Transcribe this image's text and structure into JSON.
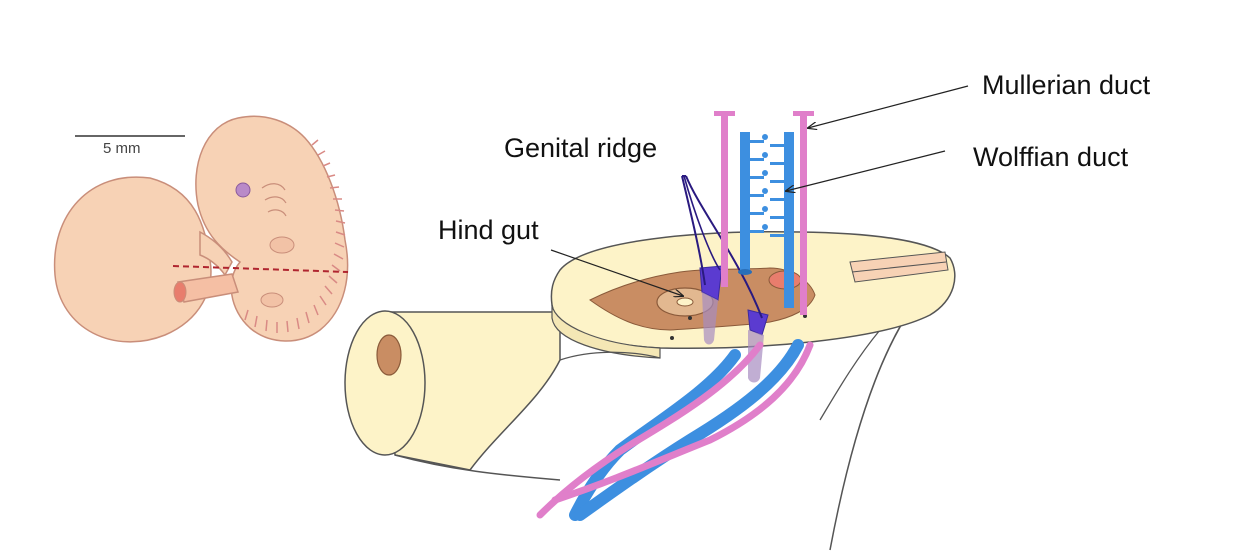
{
  "scale_bar": {
    "label": "5 mm"
  },
  "labels": {
    "mullerian_duct": "Mullerian duct",
    "wolffian_duct": "Wolffian duct",
    "genital_ridge": "Genital ridge",
    "hind_gut": "Hind gut"
  },
  "colors": {
    "embryo_skin": "#f7d2b5",
    "embryo_outline": "#c98e7a",
    "section_fill": "#fdf3c8",
    "mesentery": "#c98d63",
    "wolffian": "#3d8fe0",
    "mullerian": "#e07fca",
    "genital_ridge": "#3a2aa0",
    "hind_gut_tube": "#fdf3c8",
    "hind_gut_lumen": "#c98d63",
    "outline": "#555555"
  }
}
